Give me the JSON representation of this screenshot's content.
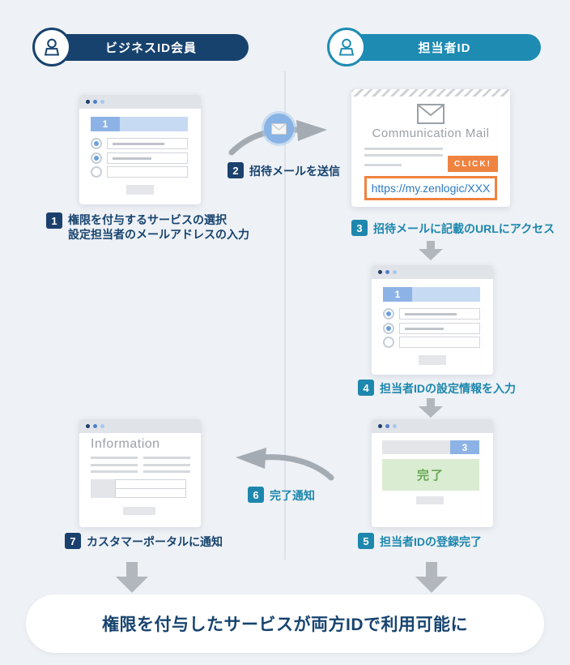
{
  "headers": {
    "left": {
      "label": "ビジネスID会員"
    },
    "right": {
      "label": "担当者ID"
    }
  },
  "steps": {
    "s1": {
      "num": "1",
      "line1": "権限を付与するサービスの選択",
      "line2": "設定担当者のメールアドレスの入力"
    },
    "s2": {
      "num": "2",
      "label": "招待メールを送信"
    },
    "s3": {
      "num": "3",
      "label": "招待メールに記載のURLにアクセス"
    },
    "s4": {
      "num": "4",
      "label": "担当者IDの設定情報を入力"
    },
    "s5": {
      "num": "5",
      "label": "担当者IDの登録完了"
    },
    "s6": {
      "num": "6",
      "label": "完了通知"
    },
    "s7": {
      "num": "7",
      "label": "カスタマーポータルに通知"
    }
  },
  "windows": {
    "form": {
      "badge": "1"
    },
    "mail": {
      "title": "Communication Mail",
      "click": "CLICK!",
      "url": "https://my.zenlogic/XXX"
    },
    "complete": {
      "badge": "3",
      "done": "完了"
    },
    "info": {
      "title": "Information"
    }
  },
  "banner": {
    "text": "権限を付与したサービスが両方IDで利用可能に"
  },
  "colors": {
    "background": "#eef1f5",
    "navy": "#17426e",
    "teal": "#1e8bb3",
    "accent_blue": "#8db3e6",
    "orange": "#ef8340",
    "link_blue": "#2e79c0",
    "green_text": "#67a855",
    "green_bg": "#daecd2",
    "arrow_gray": "#b1b7bd"
  }
}
